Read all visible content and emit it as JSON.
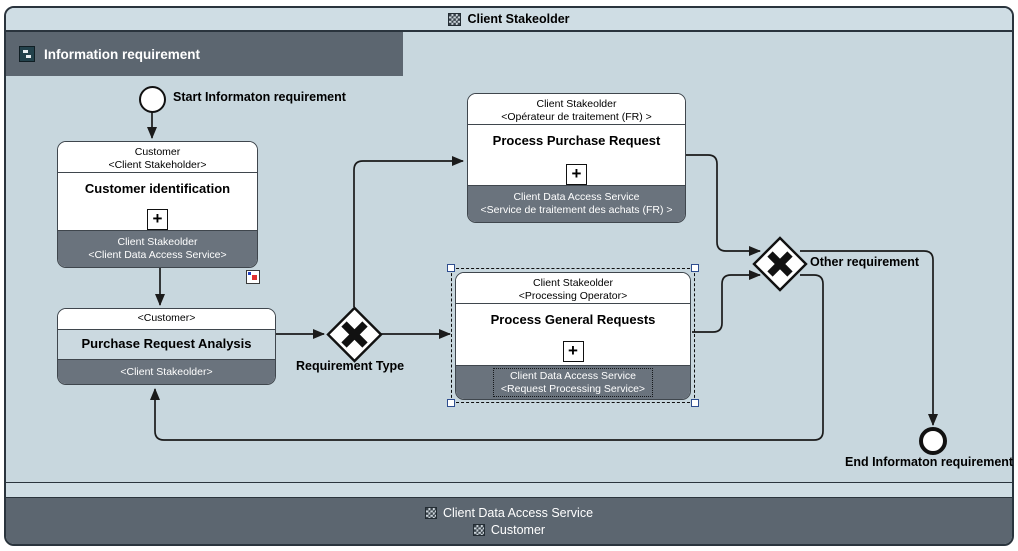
{
  "pool": {
    "title": "Client Stakeolder"
  },
  "lane": {
    "title": "Information requirement"
  },
  "labels": {
    "start_event": "Start Informaton requirement",
    "end_event": "End Informaton requirement",
    "gateway_requirement_type": "Requirement Type",
    "gateway_other_requirement": "Other requirement"
  },
  "tasks": [
    {
      "header_line1": "Customer",
      "header_line2": "<Client Stakeholder>",
      "title": "Customer identification",
      "footer_line1": "Client Stakeolder",
      "footer_line2": "<Client Data Access Service>"
    },
    {
      "header_line1": "<Customer>",
      "title": "Purchase Request Analysis",
      "footer_line1": "<Client Stakeolder>"
    },
    {
      "header_line1": "Client Stakeolder",
      "header_line2": "<Opérateur de traitement (FR) >",
      "title": "Process Purchase Request",
      "footer_line1": "Client Data Access Service",
      "footer_line2": "<Service de traitement des achats (FR) >"
    },
    {
      "header_line1": "Client Stakeolder",
      "header_line2": "<Processing Operator>",
      "title": "Process General Requests",
      "footer_line1": "Client Data Access Service",
      "footer_line2": "<Request Processing Service>"
    }
  ],
  "footer_bar": {
    "line1": "Client Data Access Service",
    "line2": "Customer"
  },
  "icons": {
    "subprocess_plus": "+"
  },
  "colors": {
    "pool_fill": "#c8d7de",
    "band_fill": "#cfdde4",
    "dark_gray": "#5c6670",
    "task_footer_gray": "#6a737d",
    "selection_blue": "#2e4d8f",
    "connector": "#1b1b1b",
    "marker_red": "#e03131",
    "marker_blue": "#2040c0"
  }
}
